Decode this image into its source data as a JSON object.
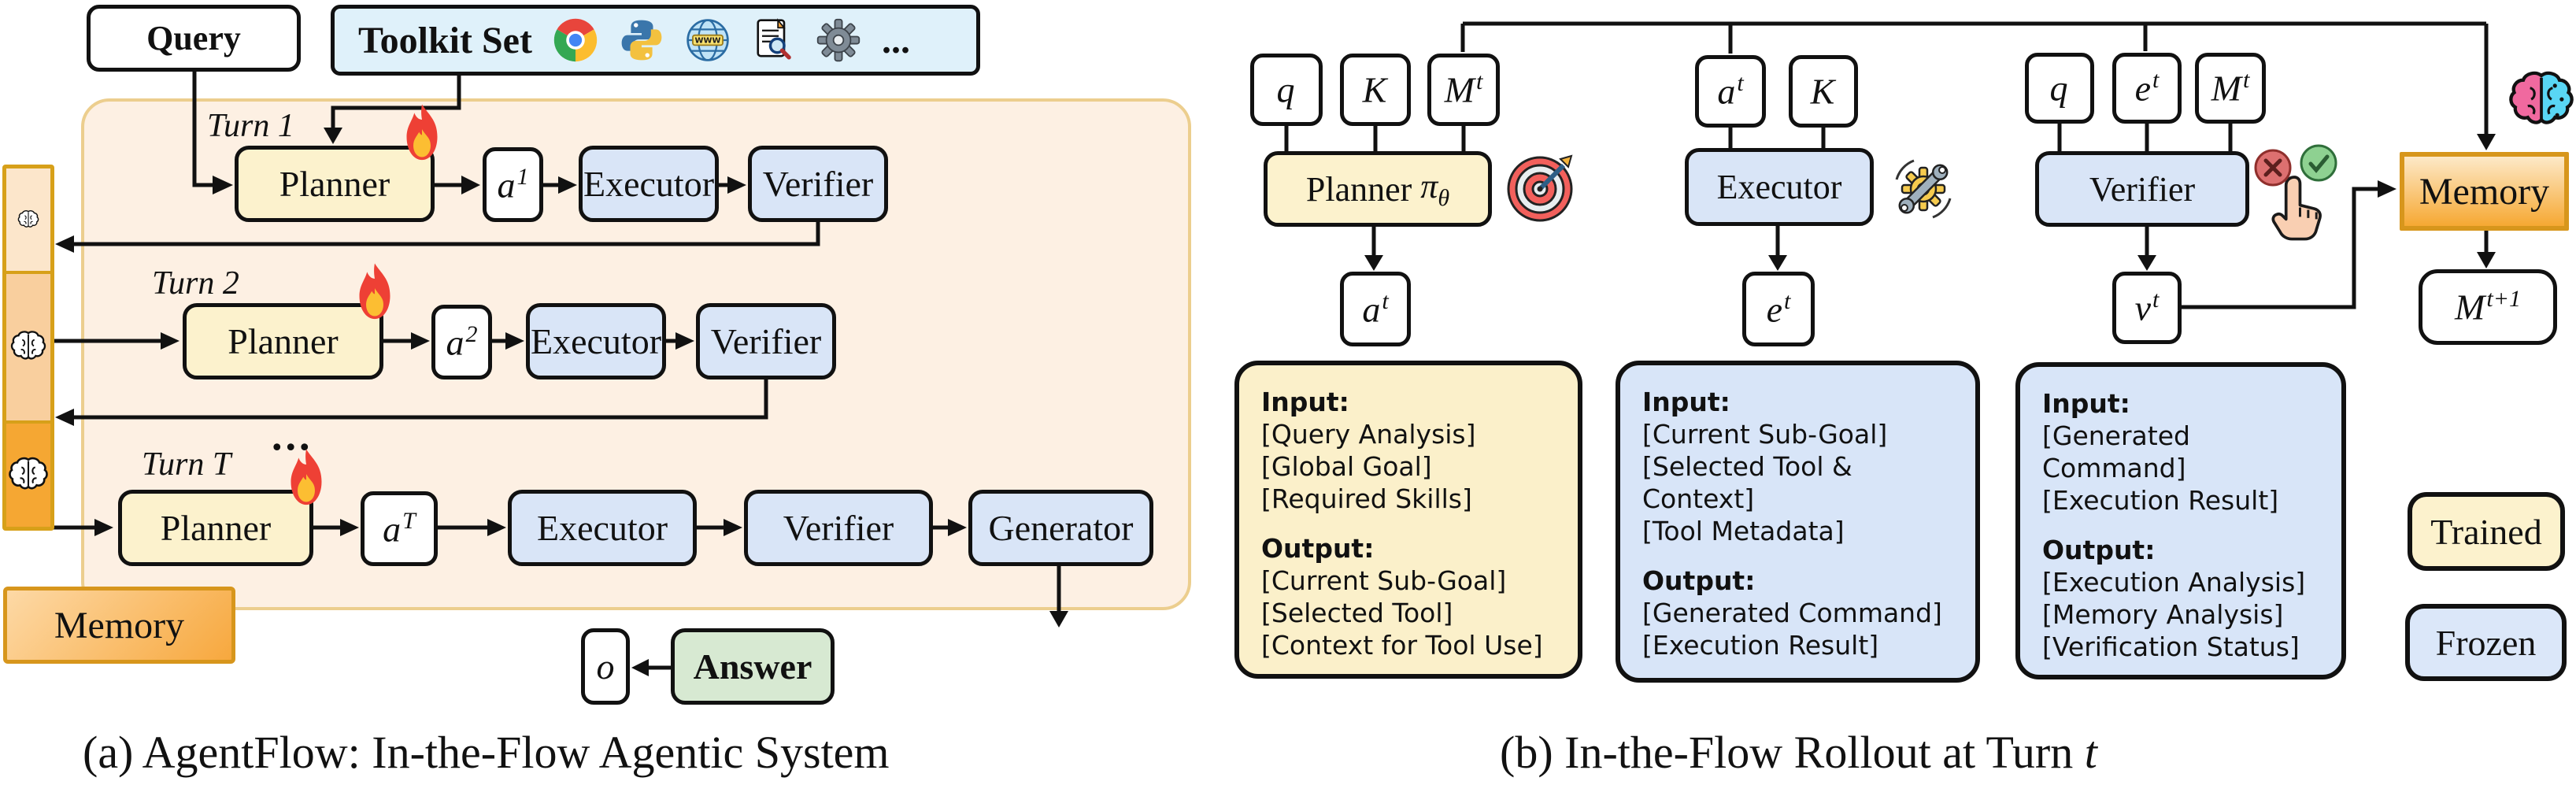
{
  "a": {
    "caption": "(a) AgentFlow: In-the-Flow Agentic System",
    "query_label": "Query",
    "toolkit": {
      "label": "Toolkit Set",
      "ellipsis": "...",
      "icons": [
        "chrome-icon",
        "python-icon",
        "web-icon",
        "doc-search-icon",
        "gear-icon"
      ]
    },
    "memory_bar": {
      "icon": "brain-icon"
    },
    "memory_label": "Memory",
    "turns": [
      {
        "label": "Turn 1",
        "planner": "Planner",
        "action_base": "a",
        "action_sup": "1",
        "executor": "Executor",
        "verifier": "Verifier"
      },
      {
        "label": "Turn 2",
        "planner": "Planner",
        "action_base": "a",
        "action_sup": "2",
        "executor": "Executor",
        "verifier": "Verifier"
      },
      {
        "label": "Turn T",
        "dots": "...",
        "planner": "Planner",
        "action_base": "a",
        "action_sup": "T",
        "executor": "Executor",
        "verifier": "Verifier",
        "generator": "Generator"
      }
    ],
    "answer_label": "Answer",
    "final_output_base": "o"
  },
  "b": {
    "caption_prefix": "(b) In-the-Flow Rollout at Turn ",
    "caption_italic": "t",
    "planner": {
      "label": "Planner",
      "pi": "π",
      "pi_sub": "θ",
      "inputs": [
        {
          "base": "q",
          "sup": ""
        },
        {
          "base": "K",
          "sup": ""
        },
        {
          "base": "M",
          "sup": "t"
        }
      ],
      "output": {
        "base": "a",
        "sup": "t"
      },
      "icon": "target-icon",
      "io": {
        "input_title": "Input:",
        "input_lines": [
          "[Query Analysis]",
          "[Global Goal]",
          "[Required Skills]"
        ],
        "output_title": "Output:",
        "output_lines": [
          "[Current Sub-Goal]",
          "[Selected Tool]",
          "[Context for Tool Use]"
        ]
      }
    },
    "executor": {
      "label": "Executor",
      "inputs": [
        {
          "base": "a",
          "sup": "t"
        },
        {
          "base": "K",
          "sup": ""
        }
      ],
      "output": {
        "base": "e",
        "sup": "t"
      },
      "icon": "gear-wrench-icon",
      "io": {
        "input_title": "Input:",
        "input_lines": [
          "[Current Sub-Goal]",
          "[Selected Tool & Context]",
          "[Tool Metadata]"
        ],
        "output_title": "Output:",
        "output_lines": [
          "[Generated Command]",
          "[Execution Result]"
        ]
      }
    },
    "verifier": {
      "label": "Verifier",
      "inputs": [
        {
          "base": "q",
          "sup": ""
        },
        {
          "base": "e",
          "sup": "t"
        },
        {
          "base": "M",
          "sup": "t"
        }
      ],
      "output": {
        "base": "v",
        "sup": "t"
      },
      "icons": [
        "cross-icon",
        "check-icon",
        "hand-icon"
      ],
      "io": {
        "input_title": "Input:",
        "input_lines": [
          "[Generated Command]",
          "[Execution Result]"
        ],
        "output_title": "Output:",
        "output_lines": [
          "[Execution Analysis]",
          "[Memory Analysis]",
          "[Verification Status]"
        ]
      }
    },
    "memory": {
      "label": "Memory",
      "icon": "brain-color-icon",
      "output_base": "M",
      "output_sup": "t+1"
    },
    "legend": {
      "trained": "Trained",
      "frozen": "Frozen"
    }
  }
}
